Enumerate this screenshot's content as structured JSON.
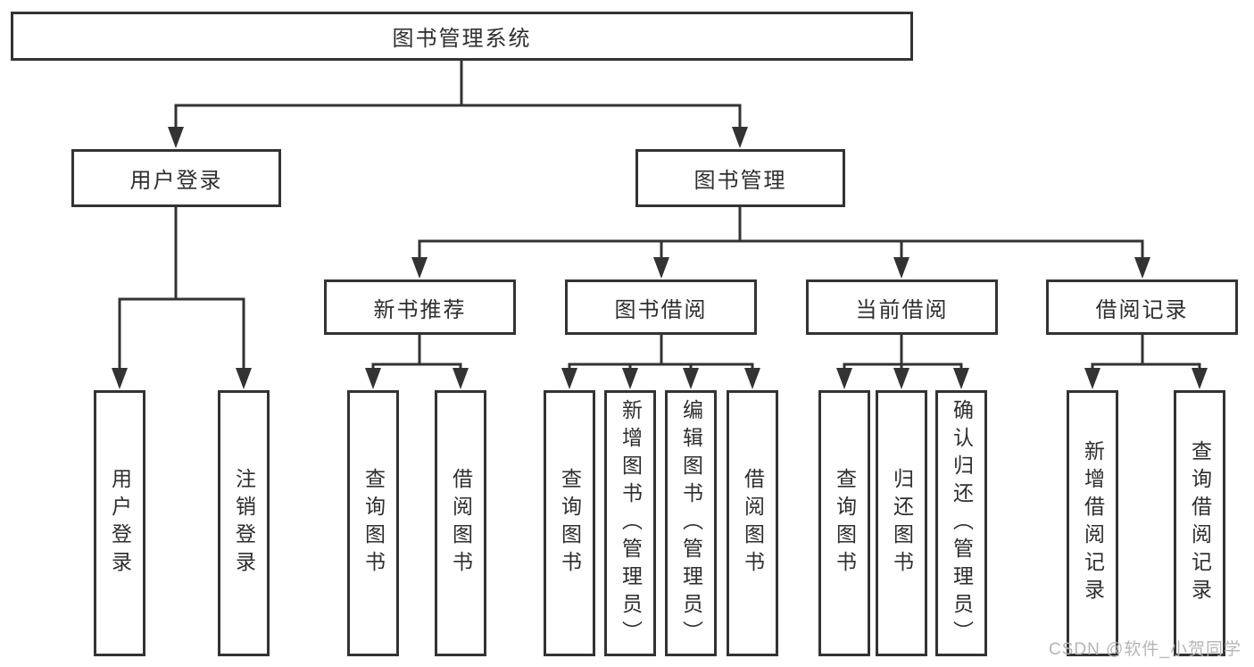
{
  "diagram": {
    "type": "hierarchy-diagram",
    "nodes": {
      "root": "图书管理系统",
      "user_login": "用户登录",
      "book_mgmt": "图书管理",
      "new_book_rec": "新书推荐",
      "book_borrow": "图书借阅",
      "current_borrow": "当前借阅",
      "borrow_records": "借阅记录",
      "leaf_user_login": "用户登录",
      "leaf_logout": "注销登录",
      "leaf_query_books_1": "查询图书",
      "leaf_borrow_books_1": "借阅图书",
      "leaf_query_books_2": "查询图书",
      "leaf_add_books": "新增图书（管理员）",
      "leaf_edit_books": "编辑图书（管理员）",
      "leaf_borrow_books_2": "借阅图书",
      "leaf_query_books_3": "查询图书",
      "leaf_return_books": "归还图书",
      "leaf_confirm_return": "确认归还（管理员）",
      "leaf_add_borrow_record": "新增借阅记录",
      "leaf_query_borrow_record": "查询借阅记录"
    },
    "hierarchy": {
      "root": [
        "user_login",
        "book_mgmt"
      ],
      "user_login": [
        "leaf_user_login",
        "leaf_logout"
      ],
      "book_mgmt": [
        "new_book_rec",
        "book_borrow",
        "current_borrow",
        "borrow_records"
      ],
      "new_book_rec": [
        "leaf_query_books_1",
        "leaf_borrow_books_1"
      ],
      "book_borrow": [
        "leaf_query_books_2",
        "leaf_add_books",
        "leaf_edit_books",
        "leaf_borrow_books_2"
      ],
      "current_borrow": [
        "leaf_query_books_3",
        "leaf_return_books",
        "leaf_confirm_return"
      ],
      "borrow_records": [
        "leaf_add_borrow_record",
        "leaf_query_borrow_record"
      ]
    },
    "watermark": "CSDN @软件_小贺同学",
    "colors": {
      "line": "#333333",
      "text": "#2e2e2e",
      "watermark": "#b5b5b5",
      "background": "#ffffff"
    }
  }
}
